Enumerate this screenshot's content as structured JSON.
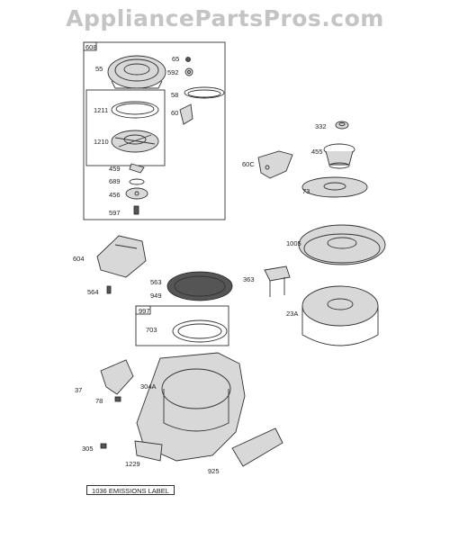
{
  "watermark": "AppliancePartsPros.com",
  "labels": {
    "p608": "608",
    "p55": "55",
    "p65": "65",
    "p592": "592",
    "p58": "58",
    "p60": "60",
    "p1211": "1211",
    "p1210": "1210",
    "p459": "459",
    "p689": "689",
    "p456": "456",
    "p597": "597",
    "p332": "332",
    "p455": "455",
    "p60C": "60C",
    "p73": "73",
    "p1005": "1005",
    "p604": "604",
    "p564": "564",
    "p563": "563",
    "p949": "949",
    "p363": "363",
    "p23A": "23A",
    "p997": "997",
    "p703": "703",
    "p37": "37",
    "p304A": "304A",
    "p78": "78",
    "p305": "305",
    "p1229": "1229",
    "p925": "925"
  },
  "emissions_label": "1036 EMISSIONS LABEL"
}
